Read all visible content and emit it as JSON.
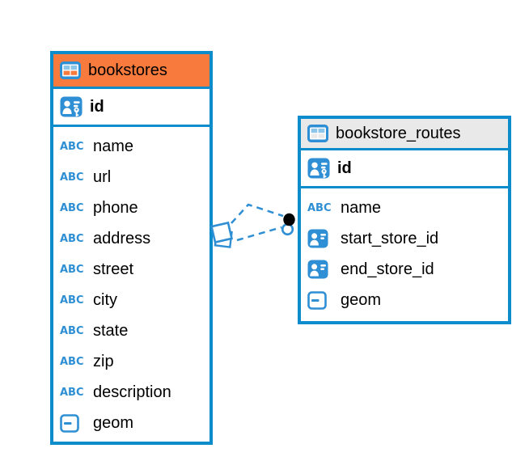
{
  "diagram": {
    "colors": {
      "table_border": "#0d8ccb",
      "selected_header": "#f87a3d",
      "header_gray": "#e9e9e9",
      "icon_blue": "#2e8fd4",
      "connector_blue": "#2e8fd4",
      "connector_dot": "#000000"
    },
    "connector": {
      "type": "foreign-key-relationship",
      "style": "dashed",
      "from_table": "bookstores",
      "to_table": "bookstore_routes"
    },
    "tables": [
      {
        "name": "bookstores",
        "header_style": "selected",
        "primary_key": "id",
        "columns": [
          {
            "name": "name",
            "type": "text"
          },
          {
            "name": "url",
            "type": "text"
          },
          {
            "name": "phone",
            "type": "text"
          },
          {
            "name": "address",
            "type": "text"
          },
          {
            "name": "street",
            "type": "text"
          },
          {
            "name": "city",
            "type": "text"
          },
          {
            "name": "state",
            "type": "text"
          },
          {
            "name": "zip",
            "type": "text"
          },
          {
            "name": "description",
            "type": "text"
          },
          {
            "name": "geom",
            "type": "geometry"
          }
        ]
      },
      {
        "name": "bookstore_routes",
        "header_style": "normal",
        "primary_key": "id",
        "columns": [
          {
            "name": "name",
            "type": "text"
          },
          {
            "name": "start_store_id",
            "type": "reference"
          },
          {
            "name": "end_store_id",
            "type": "reference"
          },
          {
            "name": "geom",
            "type": "geometry"
          }
        ]
      }
    ]
  }
}
